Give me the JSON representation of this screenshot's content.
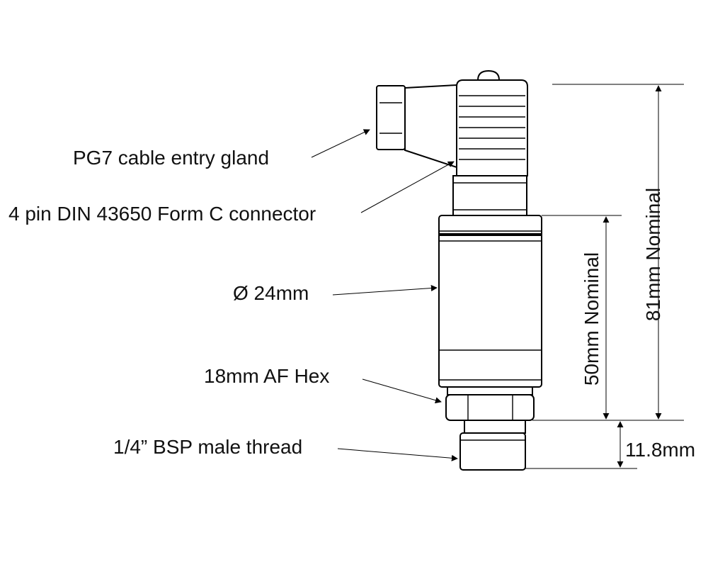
{
  "callouts": {
    "cable_gland": "PG7 cable entry gland",
    "connector": "4 pin DIN 43650 Form C connector",
    "diameter": "Ø 24mm",
    "hex": "18mm AF Hex",
    "thread": "1/4” BSP male thread"
  },
  "dimensions": {
    "overall": "81mm Nominal",
    "body": "50mm Nominal",
    "thread_length": "11.8mm"
  },
  "colors": {
    "line": "#000000",
    "background": "#ffffff"
  }
}
